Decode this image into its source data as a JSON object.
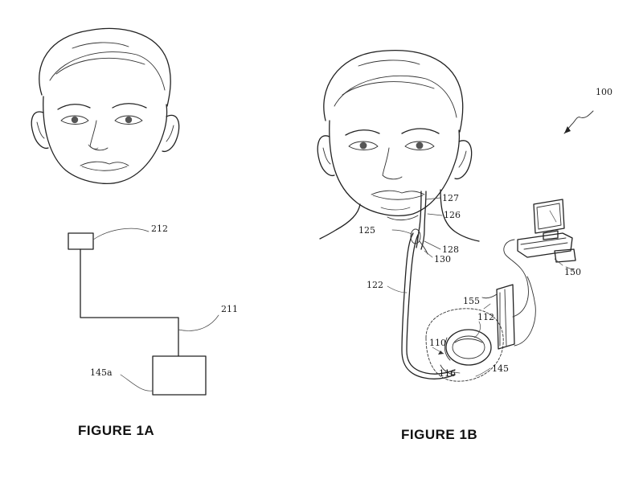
{
  "figure_1a": {
    "caption": "FIGURE 1A",
    "labels": {
      "l212": "212",
      "l211": "211",
      "l145a": "145a"
    }
  },
  "figure_1b": {
    "caption": "FIGURE 1B",
    "labels": {
      "l100": "100",
      "l127": "127",
      "l126": "126",
      "l125": "125",
      "l128": "128",
      "l130": "130",
      "l122": "122",
      "l150": "150",
      "l155": "155",
      "l112": "112",
      "l110": "110",
      "l116": "116",
      "l145": "145"
    }
  }
}
